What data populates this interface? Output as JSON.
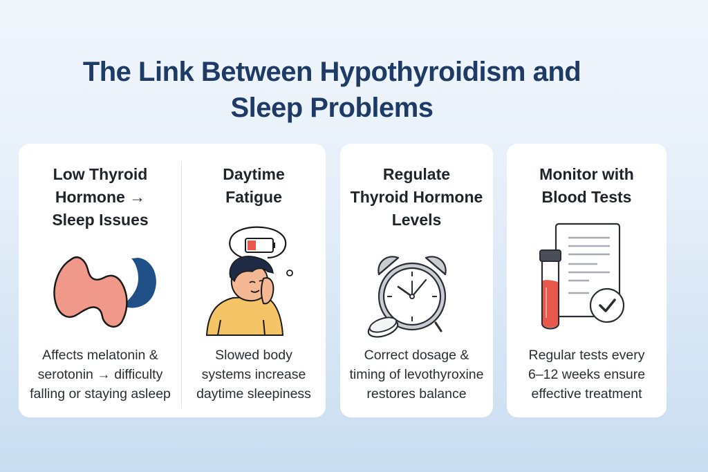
{
  "title": {
    "line1": "The Link Between Hypothyroidism and",
    "line2": "Sleep Problems",
    "color": "#1e3a66"
  },
  "cards": [
    {
      "panels": [
        {
          "heading": "Low Thyroid\nHormone →\nSleep Issues",
          "icon": "thyroid-moon-icon",
          "description": "Affects melatonin &\nserotonin → difficulty\nfalling or staying asleep"
        },
        {
          "heading": "Daytime\nFatigue",
          "icon": "tired-person-low-battery-icon",
          "description": "Slowed body\nsystems increase\ndaytime sleepiness"
        }
      ]
    },
    {
      "panels": [
        {
          "heading": "Regulate\nThyroid Hormone\nLevels",
          "icon": "alarm-clock-pill-icon",
          "description": "Correct dosage &\ntiming of levothyroxine\nrestores balance"
        }
      ]
    },
    {
      "panels": [
        {
          "heading": "Monitor with\nBlood Tests",
          "icon": "blood-test-report-icon",
          "description": "Regular tests every\n6–12 weeks ensure\neffective treatment"
        }
      ]
    }
  ],
  "colors": {
    "thyroid": "#f0998a",
    "moon": "#1f4f86",
    "shirt": "#f5c467",
    "battery_low": "#e8584a",
    "blood": "#e8584a",
    "bell": "#c9cdd2"
  }
}
